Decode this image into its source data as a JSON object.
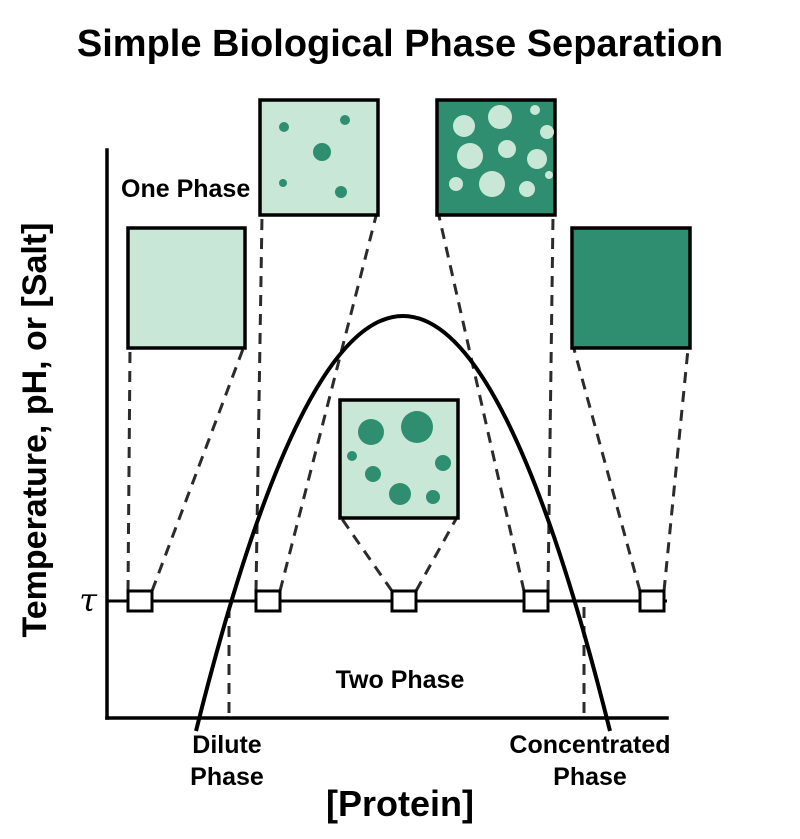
{
  "title": "Simple Biological Phase Separation",
  "axes": {
    "y_label": "Temperature, pH, or [Salt]",
    "x_label": "[Protein]",
    "tau_tick": "τ"
  },
  "labels": {
    "one_phase": "One Phase",
    "two_phase": "Two Phase",
    "dilute_phase_line1": "Dilute",
    "dilute_phase_line2": "Phase",
    "concentrated_phase_line1": "Concentrated",
    "concentrated_phase_line2": "Phase"
  },
  "colors": {
    "light_green": "#c9e7d6",
    "dark_green": "#2f8e70",
    "outline": "#000000",
    "dashed_line": "#2b2b2b"
  },
  "insets": [
    {
      "id": "dilute-uniform",
      "appearance": "uniform light green solution"
    },
    {
      "id": "sparse-droplets",
      "appearance": "light green with small dark droplets"
    },
    {
      "id": "two-phase-droplets",
      "appearance": "light green with large dark droplets"
    },
    {
      "id": "dense-droplets",
      "appearance": "dark green with light droplets"
    },
    {
      "id": "concentrated-uniform",
      "appearance": "uniform dark green solution"
    }
  ]
}
